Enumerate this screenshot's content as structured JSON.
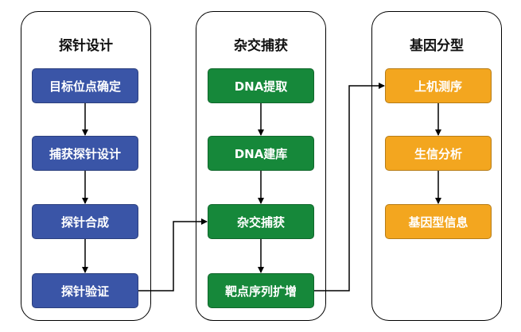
{
  "colors": {
    "probe_design": "#3a55a7",
    "capture": "#16883a",
    "genotyping": "#f3a61f",
    "border": "#000000"
  },
  "panels": [
    {
      "title": "探针设计",
      "steps": [
        "目标位点确定",
        "捕获探针设计",
        "探针合成",
        "探针验证"
      ]
    },
    {
      "title": "杂交捕获",
      "steps": [
        "DNA提取",
        "DNA建库",
        "杂交捕获",
        "靶点序列扩增"
      ]
    },
    {
      "title": "基因分型",
      "steps": [
        "上机测序",
        "生信分析",
        "基因型信息"
      ]
    }
  ]
}
